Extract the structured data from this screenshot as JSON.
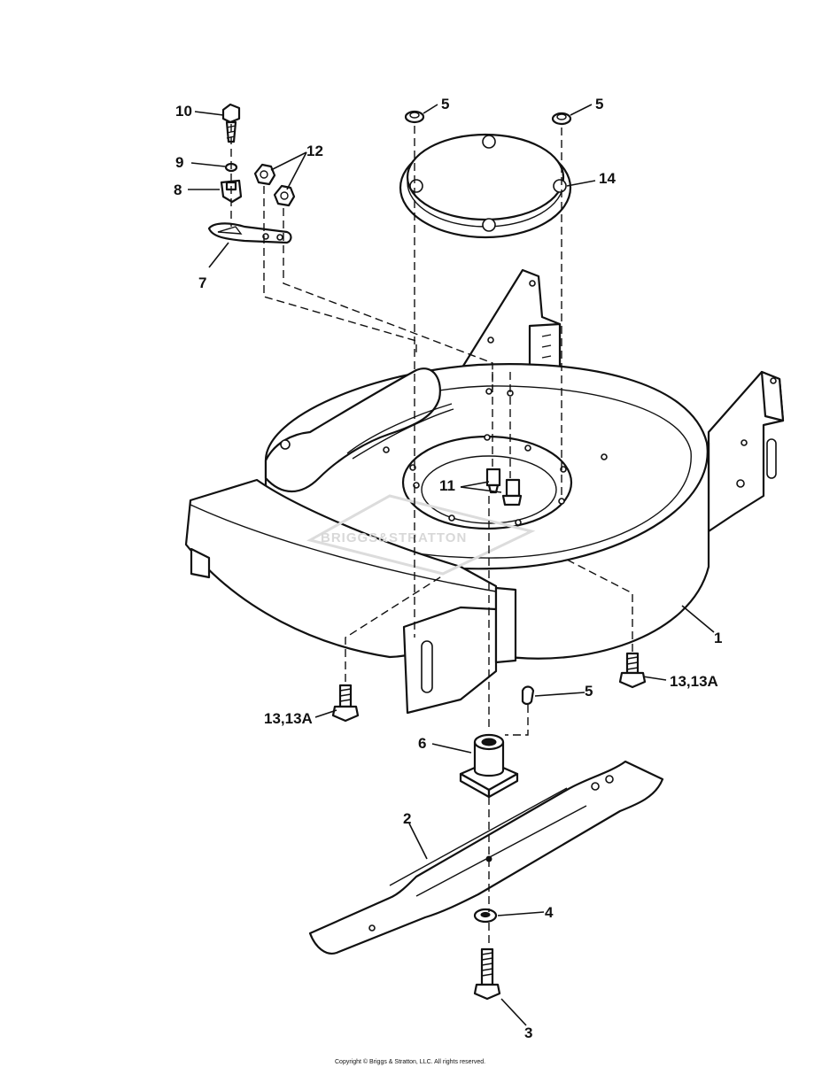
{
  "callouts": {
    "c1": "1",
    "c2": "2",
    "c3": "3",
    "c4": "4",
    "c5a": "5",
    "c5b": "5",
    "c5c": "5",
    "c6": "6",
    "c7": "7",
    "c8": "8",
    "c9": "9",
    "c10": "10",
    "c11": "11",
    "c12": "12",
    "c13a": "13,13A",
    "c13b": "13,13A",
    "c14": "14"
  },
  "watermark": "BRIGGS&STRATTON",
  "copyright": "Copyright © Briggs & Stratton, LLC. All rights reserved."
}
